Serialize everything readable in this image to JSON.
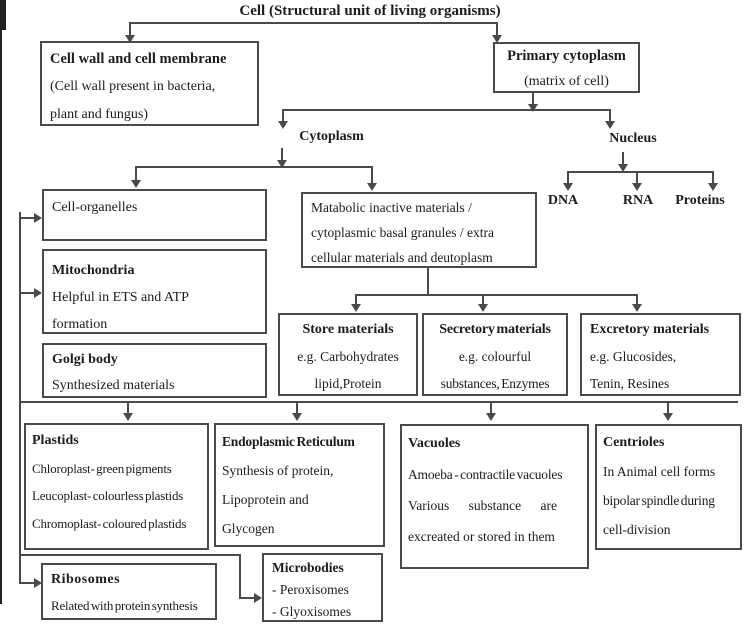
{
  "title": "Cell (Structural unit of living organisms)",
  "labels": {
    "cytoplasm": "Cytoplasm",
    "nucleus": "Nucleus",
    "dna": "DNA",
    "rna": "RNA",
    "proteins": "Proteins"
  },
  "boxes": {
    "cell_wall": {
      "heading": "Cell wall and cell membrane",
      "lines": [
        "(Cell wall present in bacteria,",
        "plant and fungus)"
      ]
    },
    "primary_cytoplasm": {
      "heading": "Primary cytoplasm",
      "lines": [
        "(matrix of cell)"
      ]
    },
    "cell_organelles": {
      "heading": "Cell-organelles",
      "lines": []
    },
    "matabolic": {
      "lines": [
        "Matabolic inactive materials /",
        "cytoplasmic basal granules / extra",
        "cellular materials and deutoplasm"
      ]
    },
    "mitochondria": {
      "heading": "Mitochondria",
      "lines": [
        "Helpful in ETS and ATP",
        "formation"
      ]
    },
    "golgi": {
      "heading": "Golgi body",
      "lines": [
        "Synthesized materials"
      ]
    },
    "store": {
      "heading": "Store materials",
      "lines": [
        "e.g. Carbohydrates",
        "lipid,Protein"
      ]
    },
    "secretory": {
      "heading": "Secretory materials",
      "lines": [
        "e.g. colourful",
        "substances, Enzymes"
      ]
    },
    "excretory": {
      "heading": "Excretory materials",
      "lines": [
        "e.g. Glucosides,",
        "Tenin, Resines"
      ]
    },
    "plastids": {
      "heading": "Plastids",
      "lines": [
        "Chloroplast- green pigments",
        "Leucoplast- colourless plastids",
        "Chromoplast- coloured plastids"
      ]
    },
    "er": {
      "heading": "Endoplasmic Reticulum",
      "lines": [
        "Synthesis of protein,",
        "Lipoprotein and",
        "Glycogen"
      ]
    },
    "vacuoles": {
      "heading": "Vacuoles",
      "lines": [
        "Amoeba - contractile vacuoles",
        "Various substance are",
        "excreated or stored in them"
      ]
    },
    "centrioles": {
      "heading": "Centrioles",
      "lines": [
        "In Animal cell forms",
        "bipolar spindle during",
        "cell-division"
      ]
    },
    "ribosomes": {
      "heading": "Ribosomes",
      "lines": [
        "Related with protein synthesis"
      ]
    },
    "microbodies": {
      "heading": "Microbodies",
      "lines": [
        "- Peroxisomes",
        "- Glyoxisomes"
      ]
    }
  },
  "colors": {
    "line": "#4a4a4a",
    "text": "#1c1c1c",
    "background": "#ffffff"
  }
}
